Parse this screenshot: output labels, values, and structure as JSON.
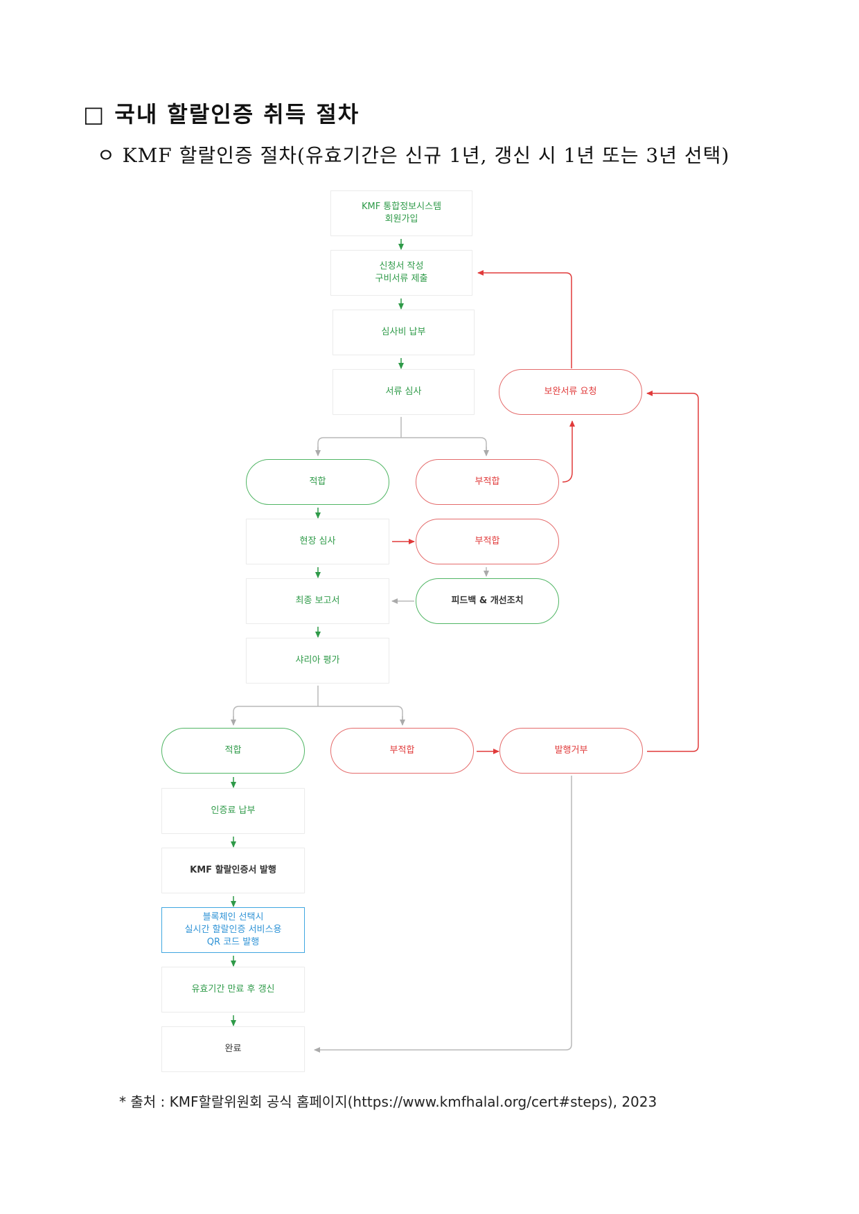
{
  "heading": "□ 국내 할랄인증 취득 절차",
  "subheading": "ㅇ KMF 할랄인증 절차(유효기간은 신규 1년, 갱신 시 1년 또는 3년 선택)",
  "flow": {
    "n1": "KMF 통합정보시스템\n회원가입",
    "n2": "신청서 작성\n구비서류 제출",
    "n3": "심사비 납부",
    "n4": "서류 심사",
    "supplement": "보완서류 요청",
    "fit1": "적합",
    "unfit1": "부적합",
    "site": "현장 심사",
    "unfit2": "부적합",
    "final": "최종 보고서",
    "feedback": "피드백 & 개선조치",
    "sharia": "샤리아 평가",
    "fit2": "적합",
    "unfit3": "부적합",
    "reject": "발행거부",
    "fee": "인증료 납부",
    "issue": "KMF 할랄인증서 발행",
    "qr": "블록체인 선택시\n실시간 할랄인증 서비스용\nQR 코드 발행",
    "renew": "유효기간 만료 후 갱신",
    "done": "완료"
  },
  "source": "* 출처 : KMF할랄위원회 공식 홈페이지(https://www.kmfhalal.org/cert#steps), 2023"
}
